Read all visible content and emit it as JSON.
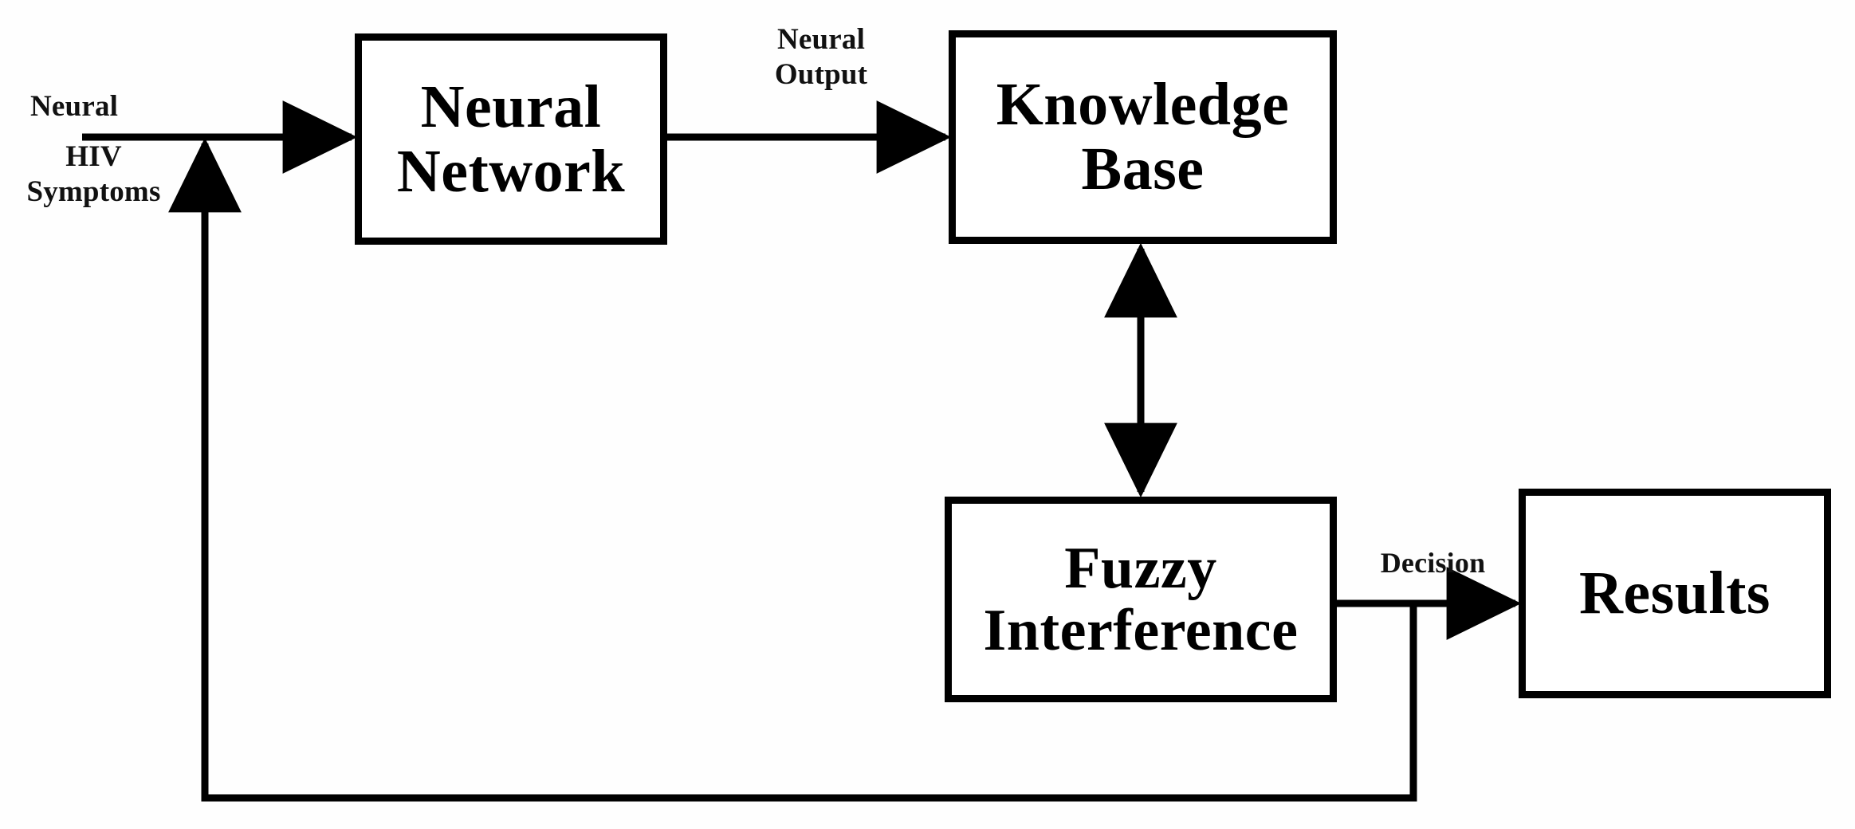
{
  "diagram": {
    "title": "Neuro-Fuzzy HIV Diagnosis Block Diagram",
    "background_color": "#fefefe",
    "stroke_color": "#000000",
    "text_color": "#000000",
    "nodes": [
      {
        "id": "neural-network",
        "label": "Neural\nNetwork"
      },
      {
        "id": "knowledge-base",
        "label": "Knowledge\nBase"
      },
      {
        "id": "fuzzy-interference",
        "label": "Fuzzy\nInterference"
      },
      {
        "id": "results",
        "label": "Results"
      }
    ],
    "edge_labels": [
      {
        "id": "neural-input",
        "label": "Neural"
      },
      {
        "id": "hiv-symptoms",
        "label": "HIV\nSymptoms"
      },
      {
        "id": "neural-output",
        "label": "Neural\nOutput"
      },
      {
        "id": "decision",
        "label": "Decision"
      }
    ],
    "connections": [
      {
        "id": "input-to-neural-network",
        "from": "input",
        "to": "neural-network",
        "label": "Neural",
        "arrow": "single"
      },
      {
        "id": "neural-network-to-knowledge-base",
        "from": "neural-network",
        "to": "knowledge-base",
        "label": "Neural Output",
        "arrow": "single"
      },
      {
        "id": "knowledge-base-to-fuzzy-interference",
        "from": "knowledge-base",
        "to": "fuzzy-interference",
        "label": "",
        "arrow": "double"
      },
      {
        "id": "fuzzy-interference-to-results",
        "from": "fuzzy-interference",
        "to": "results",
        "label": "Decision",
        "arrow": "single"
      },
      {
        "id": "feedback-loop",
        "from": "decision",
        "to": "input",
        "label": "HIV Symptoms",
        "arrow": "single"
      }
    ]
  }
}
